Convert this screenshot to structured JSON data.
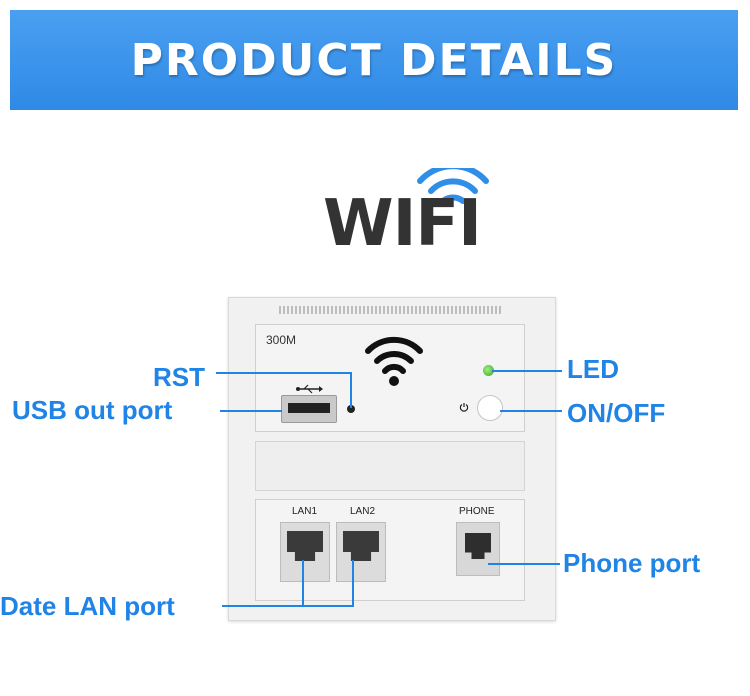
{
  "banner": {
    "title": "PRODUCT DETAILS",
    "color": "#3a95ee"
  },
  "logo": {
    "text": "WIFI",
    "icon": "wifi-icon"
  },
  "device": {
    "model": "300M",
    "ports": {
      "lan1": "LAN1",
      "lan2": "LAN2",
      "phone": "PHONE"
    },
    "icons": [
      "wifi-icon",
      "usb-icon",
      "power-icon"
    ]
  },
  "callouts": {
    "rst": "RST",
    "usb": "USB out port",
    "led": "LED",
    "onoff": "ON/OFF",
    "phone": "Phone port",
    "lan": "Date LAN port"
  },
  "colors": {
    "callout": "#1f84e6",
    "led": "#3aa32a"
  }
}
